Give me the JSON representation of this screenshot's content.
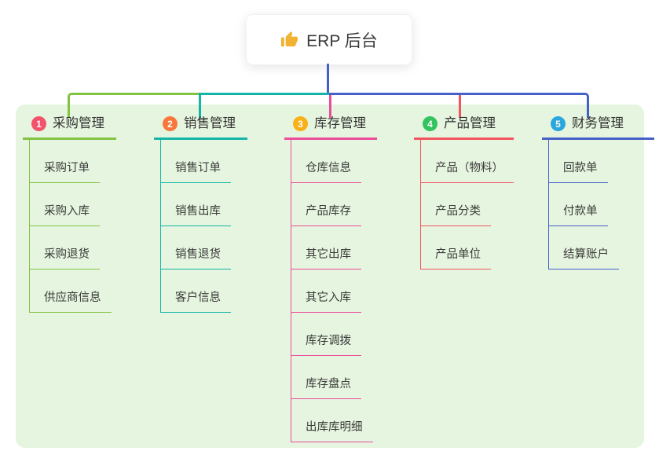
{
  "root": {
    "title": "ERP 后台",
    "icon": "thumbs-up-icon",
    "icon_color": "#f2b233"
  },
  "panel_color": "#e6f5df",
  "root_link_color": "#4660c8",
  "branches": [
    {
      "index": "1",
      "label": "采购管理",
      "badge_color": "#f4516c",
      "line_color": "#82c341",
      "children": [
        "采购订单",
        "采购入库",
        "采购退货",
        "供应商信息"
      ]
    },
    {
      "index": "2",
      "label": "销售管理",
      "badge_color": "#f7783a",
      "line_color": "#14b5a7",
      "children": [
        "销售订单",
        "销售出库",
        "销售退货",
        "客户信息"
      ]
    },
    {
      "index": "3",
      "label": "库存管理",
      "badge_color": "#f8b117",
      "line_color": "#ec4d9b",
      "children": [
        "仓库信息",
        "产品库存",
        "其它出库",
        "其它入库",
        "库存调拨",
        "库存盘点",
        "出库库明细"
      ]
    },
    {
      "index": "4",
      "label": "产品管理",
      "badge_color": "#33c35f",
      "line_color": "#f2555f",
      "children": [
        "产品（物料）",
        "产品分类",
        "产品单位"
      ]
    },
    {
      "index": "5",
      "label": "财务管理",
      "badge_color": "#2aa7dc",
      "line_color": "#4660c8",
      "children": [
        "回款单",
        "付款单",
        "结算账户"
      ]
    }
  ]
}
